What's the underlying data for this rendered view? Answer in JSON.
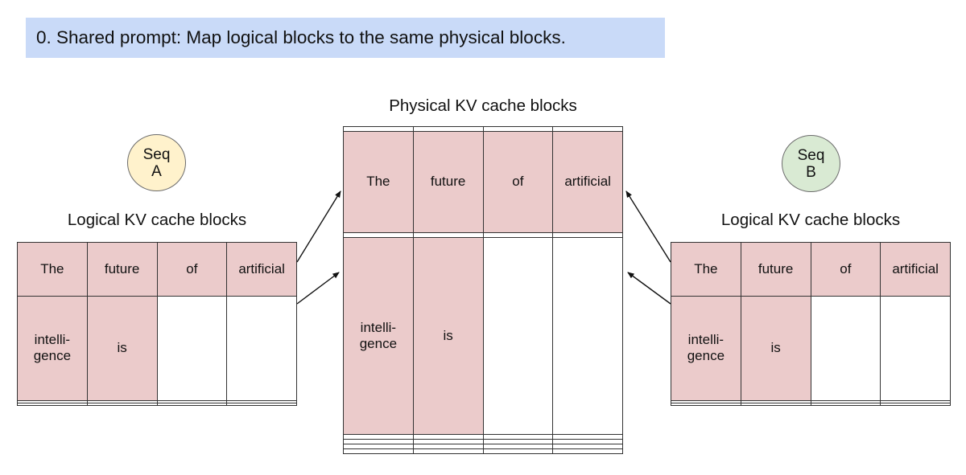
{
  "banner": {
    "text": "0. Shared prompt: Map logical blocks to the same physical blocks."
  },
  "colors": {
    "banner_bg": "#c9daf8",
    "cell_fill": "#ebcbcb",
    "seq_a_fill": "#fff2cc",
    "seq_b_fill": "#d9ead3",
    "border": "#333333",
    "circle_border": "#6b6b6b",
    "text": "#111111",
    "arrow": "#111111"
  },
  "sequences": {
    "a": {
      "line1": "Seq",
      "line2": "A"
    },
    "b": {
      "line1": "Seq",
      "line2": "B"
    }
  },
  "titles": {
    "logical_a": "Logical KV cache blocks",
    "physical": "Physical KV cache blocks",
    "logical_b": "Logical KV cache blocks"
  },
  "tables": {
    "logical_a": {
      "cols": 4,
      "cells": [
        [
          "The",
          "future",
          "of",
          "artificial"
        ],
        [
          "intelli-gence",
          "is",
          "",
          ""
        ],
        [
          "",
          "",
          "",
          ""
        ],
        [
          "",
          "",
          "",
          ""
        ]
      ],
      "filled": [
        [
          1,
          1,
          1,
          1
        ],
        [
          1,
          1,
          0,
          0
        ],
        [
          0,
          0,
          0,
          0
        ],
        [
          0,
          0,
          0,
          0
        ]
      ]
    },
    "physical": {
      "cols": 4,
      "cells": [
        [
          "",
          "",
          "",
          ""
        ],
        [
          "The",
          "future",
          "of",
          "artificial"
        ],
        [
          "",
          "",
          "",
          ""
        ],
        [
          "intelli-gence",
          "is",
          "",
          ""
        ],
        [
          "",
          "",
          "",
          ""
        ],
        [
          "",
          "",
          "",
          ""
        ],
        [
          "",
          "",
          "",
          ""
        ],
        [
          "",
          "",
          "",
          ""
        ]
      ],
      "filled": [
        [
          0,
          0,
          0,
          0
        ],
        [
          1,
          1,
          1,
          1
        ],
        [
          0,
          0,
          0,
          0
        ],
        [
          1,
          1,
          0,
          0
        ],
        [
          0,
          0,
          0,
          0
        ],
        [
          0,
          0,
          0,
          0
        ],
        [
          0,
          0,
          0,
          0
        ],
        [
          0,
          0,
          0,
          0
        ]
      ]
    },
    "logical_b": {
      "cols": 4,
      "cells": [
        [
          "The",
          "future",
          "of",
          "artificial"
        ],
        [
          "intelli-gence",
          "is",
          "",
          ""
        ],
        [
          "",
          "",
          "",
          ""
        ],
        [
          "",
          "",
          "",
          ""
        ]
      ],
      "filled": [
        [
          1,
          1,
          1,
          1
        ],
        [
          1,
          1,
          0,
          0
        ],
        [
          0,
          0,
          0,
          0
        ],
        [
          0,
          0,
          0,
          0
        ]
      ]
    }
  }
}
